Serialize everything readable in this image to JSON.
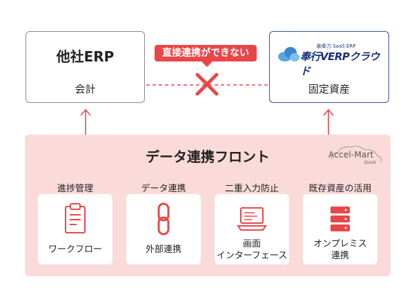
{
  "other_erp": {
    "title": "他社ERP",
    "module": "会計"
  },
  "bugyo_erp": {
    "logo_small": "勘奉力 SaaS ERP",
    "logo_main": "奉行VERPクラウド",
    "module": "固定資産"
  },
  "blocked_callout": "直接連携ができない",
  "front": {
    "title": "データ連携フロント",
    "brand": "Accel-Mart",
    "brand_sub": "Quick",
    "features": [
      {
        "header": "進捗管理",
        "label": "ワークフロー",
        "icon": "clipboard-icon"
      },
      {
        "header": "データ連携",
        "label": "外部連携",
        "icon": "chain-link-icon"
      },
      {
        "header": "二重入力防止",
        "label_line1": "画面",
        "label_line2": "インターフェース",
        "icon": "laptop-icon"
      },
      {
        "header": "既存資産の活用",
        "label_line1": "オンプレミス",
        "label_line2": "連携",
        "icon": "server-icon"
      }
    ]
  },
  "colors": {
    "accent": "#e8474a",
    "front_bg": "#fbdada",
    "bugyo_border": "#3a4f96",
    "icon": "#e8474a"
  }
}
